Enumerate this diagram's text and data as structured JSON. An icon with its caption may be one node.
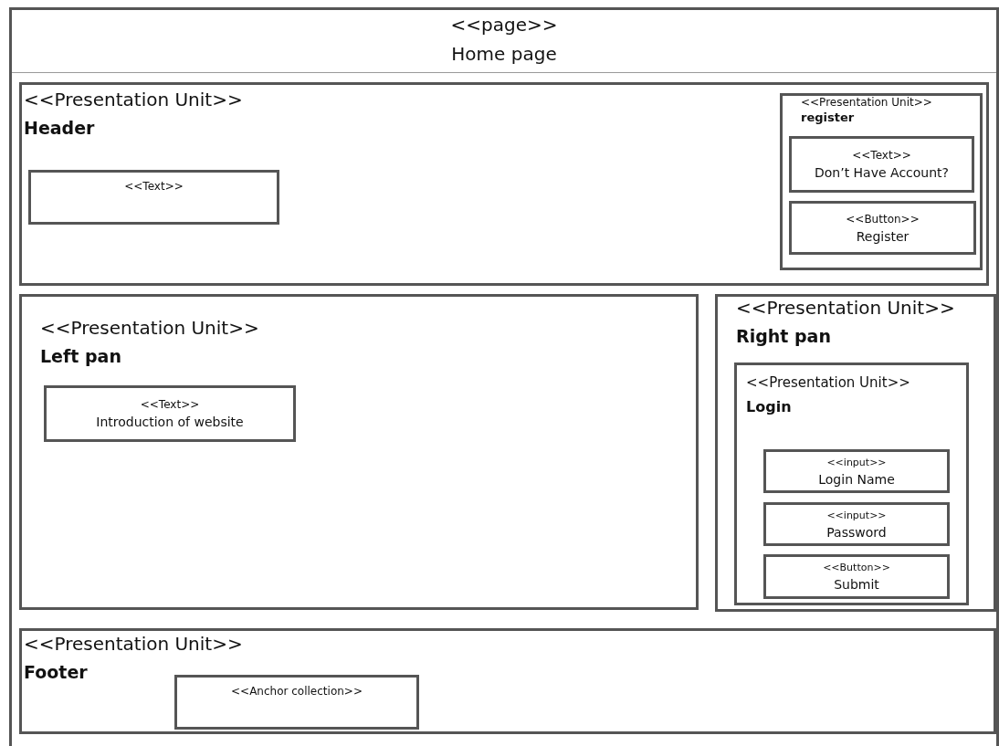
{
  "diagram": {
    "nodes": [
      {
        "text": [
          "<<page>>",
          "Home page"
        ]
      },
      {
        "text": [
          "<<Presentation Unit>>",
          "Header"
        ],
        "in": 0
      },
      {
        "text": [
          "<<Text>>"
        ],
        "in": 1
      },
      {
        "text": [
          "<<Presentation Unit>>",
          "register"
        ],
        "in": 1
      },
      {
        "text": [
          "<<Text>>",
          "Don’t Have Account?"
        ],
        "in": 3
      },
      {
        "text": [
          "<<Button>>",
          "Register"
        ],
        "in": 3
      },
      {
        "text": [
          "<<Presentation Unit>>",
          "Left pan"
        ],
        "in": 0
      },
      {
        "text": [
          "<<Text>>",
          "Introduction of website"
        ],
        "in": 6
      },
      {
        "text": [
          "<<Presentation Unit>>",
          "Right pan"
        ],
        "in": 0
      },
      {
        "text": [
          "<<Presentation Unit>>",
          "Login"
        ],
        "in": 8
      },
      {
        "text": [
          "<<input>>",
          "Login Name"
        ],
        "in": 9
      },
      {
        "text": [
          "<<input>>",
          "Password"
        ],
        "in": 9
      },
      {
        "text": [
          "<<Button>>",
          "Submit"
        ],
        "in": 9
      },
      {
        "text": [
          "<<Presentation Unit>>",
          "Footer"
        ],
        "in": 0
      },
      {
        "text": [
          "<<Anchor collection>>"
        ],
        "in": 13
      }
    ]
  }
}
